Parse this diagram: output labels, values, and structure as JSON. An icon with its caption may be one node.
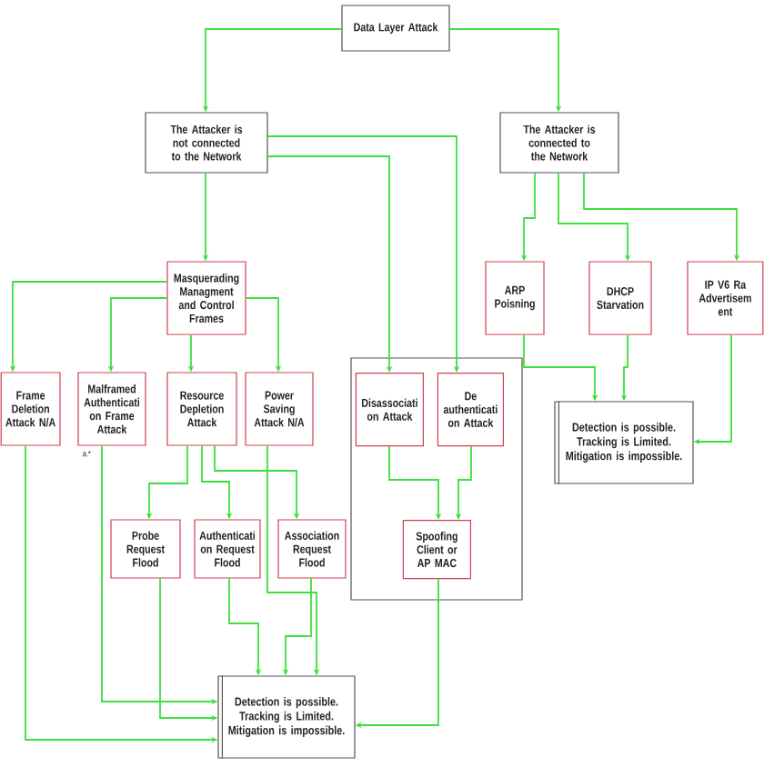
{
  "diagram": {
    "nodes": [
      {
        "text": [
          "Data Layer Attack"
        ]
      },
      {
        "text": [
          "The Attacker is not connected to the Network"
        ]
      },
      {
        "text": [
          "The Attacker is connected to the Network"
        ]
      },
      {
        "text": [
          "Masquerading Managment and Control Frames"
        ]
      },
      {
        "text": [
          "Frame Deletion Attack N/A"
        ]
      },
      {
        "text": [
          "Malframed Authenticati on Frame Attack"
        ],
        "beside": [
          "a.*"
        ]
      },
      {
        "text": [
          "Resource Depletion Attack"
        ]
      },
      {
        "text": [
          "Power Saving Attack N/A"
        ]
      },
      {
        "text": [],
        "shape": "box"
      },
      {
        "text": [
          "Disassociati on Attack"
        ],
        "in": 8
      },
      {
        "text": [
          "De authenticati on Attack"
        ],
        "in": 8
      },
      {
        "text": [
          "ARP Poisning"
        ]
      },
      {
        "text": [
          "DHCP Starvation"
        ]
      },
      {
        "text": [
          "IP V6 Ra Advertisem ent"
        ]
      },
      {
        "text": [
          "Detection is possible. Tracking is Limited. Mitigation is impossible."
        ]
      },
      {
        "text": [
          "Probe Request Flood"
        ]
      },
      {
        "text": [
          "Authenticati on Request Flood"
        ]
      },
      {
        "text": [
          "Association Request Flood"
        ]
      },
      {
        "text": [
          "Spoofing Client or AP MAC"
        ],
        "in": 8
      },
      {
        "text": [
          "Detection is possible. Tracking is Limited. Mitigation is impossible."
        ]
      }
    ],
    "edges": [
      {
        "from": 0,
        "to": 1,
        "arrow": "to"
      },
      {
        "from": 0,
        "to": 2,
        "arrow": "to"
      },
      {
        "from": 1,
        "to": 3,
        "arrow": "to"
      },
      {
        "from": 1,
        "to": 9,
        "arrow": "to"
      },
      {
        "from": 1,
        "to": 10,
        "arrow": "to"
      },
      {
        "from": 2,
        "to": 11,
        "arrow": "to"
      },
      {
        "from": 2,
        "to": 12,
        "arrow": "to"
      },
      {
        "from": 2,
        "to": 13,
        "arrow": "to"
      },
      {
        "from": 3,
        "to": 4,
        "arrow": "to"
      },
      {
        "from": 3,
        "to": 5,
        "arrow": "to"
      },
      {
        "from": 3,
        "to": 6,
        "arrow": "to"
      },
      {
        "from": 3,
        "to": 7,
        "arrow": "to"
      },
      {
        "from": 4,
        "to": 19,
        "arrow": "to"
      },
      {
        "from": 5,
        "to": 19,
        "arrow": "to"
      },
      {
        "from": 6,
        "to": 15,
        "arrow": "to"
      },
      {
        "from": 6,
        "to": 16,
        "arrow": "to"
      },
      {
        "from": 6,
        "to": 17,
        "arrow": "to"
      },
      {
        "from": 7,
        "to": 19,
        "arrow": "to"
      },
      {
        "from": 9,
        "to": 18,
        "arrow": "to"
      },
      {
        "from": 10,
        "to": 18,
        "arrow": "to"
      },
      {
        "from": 11,
        "to": 14,
        "arrow": "to"
      },
      {
        "from": 12,
        "to": 14,
        "arrow": "to"
      },
      {
        "from": 13,
        "to": 14,
        "arrow": "to"
      },
      {
        "from": 15,
        "to": 19,
        "arrow": "to"
      },
      {
        "from": 16,
        "to": 19,
        "arrow": "to"
      },
      {
        "from": 17,
        "to": 19,
        "arrow": "to"
      },
      {
        "from": 18,
        "to": 19,
        "arrow": "to"
      }
    ]
  }
}
